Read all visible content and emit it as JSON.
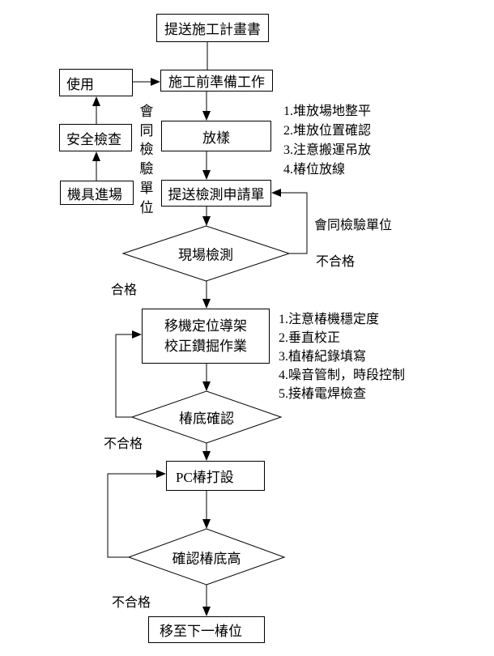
{
  "colors": {
    "background": "#ffffff",
    "line": "#000000",
    "text": "#000000"
  },
  "nodes": {
    "submit_plan": "提送施工計畫書",
    "preparation": "施工前準備工作",
    "use": "使用",
    "safety_check": "安全檢查",
    "machinery_entry": "機具進場",
    "setting_out": "放樣",
    "submit_inspection_form": "提送檢測申請單",
    "site_inspection": "現場檢測",
    "reposition_line1": "移機定位導架",
    "reposition_line2": "校正鑽掘作業",
    "pile_bottom_check": "椿底確認",
    "pc_pile_driving": "PC椿打設",
    "confirm_pile_bottom_level": "確認椿底高",
    "move_to_next_pile": "移至下一椿位"
  },
  "labels": {
    "joint_inspection_unit_vertical": [
      "會",
      "同",
      "檢",
      "驗",
      "單",
      "位"
    ],
    "joint_inspection_unit": "會同檢驗單位",
    "fail_site_inspection": "不合格",
    "pass": "合格",
    "fail_pile_bottom": "不合格",
    "fail_pile_level": "不合格"
  },
  "notes_setting_out": [
    "1.堆放場地整平",
    "2.堆放位置確認",
    "3.注意搬運吊放",
    "4.椿位放線"
  ],
  "notes_drilling": [
    "1.注意椿機穩定度",
    "2.垂直校正",
    "3.植椿紀錄填寫",
    "4.噪音管制，時段控制",
    "5.接椿電焊檢查"
  ]
}
